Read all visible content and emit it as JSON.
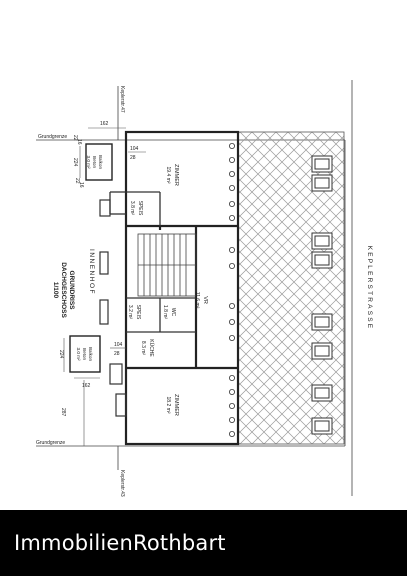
{
  "plan": {
    "title": "GRUNDRISS\nDACHGESCHOSS\n1/100",
    "innenhof": "INNENHOF",
    "street": "KEPLERSTRASSE",
    "neighbor_top": "Keplerstr.47",
    "neighbor_bottom": "Keplerstr.43",
    "boundary_top": "Grundgrenze",
    "boundary_bottom": "Grundgrenze",
    "rooms": [
      {
        "id": "zimmer-1",
        "name": "ZIMMER",
        "area": "19.4 m²"
      },
      {
        "id": "speis-1",
        "name": "SPEIS",
        "area": "3.8 m²"
      },
      {
        "id": "vr",
        "name": "VR",
        "area": "11.6 m²"
      },
      {
        "id": "wc",
        "name": "WC",
        "area": "1.8 m²"
      },
      {
        "id": "speis-2",
        "name": "SPEIS",
        "area": "3.2 m²"
      },
      {
        "id": "kueche",
        "name": "KÜCHE",
        "area": "8.3 m²"
      },
      {
        "id": "zimmer-2",
        "name": "ZIMMER",
        "area": "18.2 m²"
      }
    ],
    "balconies": [
      {
        "id": "balkon-1",
        "line1": "Balkon",
        "line2": "Beton",
        "line3": "3.0 m²"
      },
      {
        "id": "balkon-2",
        "line1": "Balkon",
        "line2": "Beton",
        "line3": "3.0 m²"
      }
    ],
    "dimensions": {
      "top_width": "162",
      "top_a": "22",
      "top_b": "16",
      "top_depth": "224",
      "top_c": "22",
      "top_d": "16",
      "door_top_w": "104",
      "door_top_h": "28",
      "door_bot_w": "104",
      "door_bot_h": "28",
      "bot_depth": "224",
      "bot_width": "162",
      "bot_offset": "287"
    }
  },
  "brand": "ImmobilienRothbart"
}
